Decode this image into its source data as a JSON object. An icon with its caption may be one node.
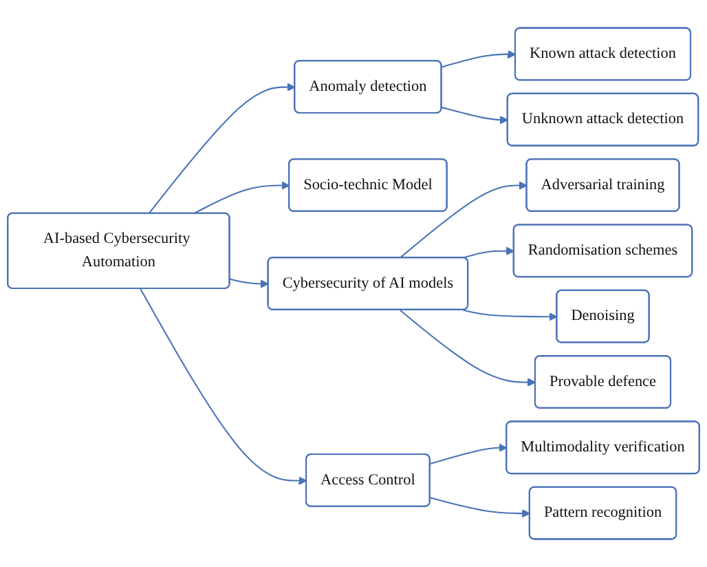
{
  "diagram": {
    "nodes": [
      {
        "text": [
          "Known attack detection"
        ]
      },
      {
        "text": [
          "Unknown attack detection"
        ]
      },
      {
        "text": [
          "Anomaly detection"
        ]
      },
      {
        "text": [
          "Socio-technic Model"
        ]
      },
      {
        "text": [
          "AI-based Cybersecurity Automation"
        ]
      },
      {
        "text": [
          "Cybersecurity of AI models"
        ]
      },
      {
        "text": [
          "Adversarial training"
        ]
      },
      {
        "text": [
          "Randomisation schemes"
        ]
      },
      {
        "text": [
          "Denoising"
        ]
      },
      {
        "text": [
          "Provable defence"
        ]
      },
      {
        "text": [
          "Access Control"
        ]
      },
      {
        "text": [
          "Multimodality verification"
        ]
      },
      {
        "text": [
          "Pattern recognition"
        ]
      }
    ],
    "edges": [
      {
        "from": 2,
        "to": 0,
        "arrow": "to"
      },
      {
        "from": 2,
        "to": 1,
        "arrow": "to"
      },
      {
        "from": 4,
        "to": 2,
        "arrow": "to"
      },
      {
        "from": 4,
        "to": 3,
        "arrow": "to"
      },
      {
        "from": 4,
        "to": 5,
        "arrow": "to"
      },
      {
        "from": 5,
        "to": 6,
        "arrow": "to"
      },
      {
        "from": 5,
        "to": 7,
        "arrow": "to"
      },
      {
        "from": 5,
        "to": 8,
        "arrow": "to"
      },
      {
        "from": 5,
        "to": 9,
        "arrow": "to"
      },
      {
        "from": 4,
        "to": 10,
        "arrow": "to"
      },
      {
        "from": 10,
        "to": 11,
        "arrow": "to"
      },
      {
        "from": 10,
        "to": 12,
        "arrow": "to"
      }
    ]
  }
}
